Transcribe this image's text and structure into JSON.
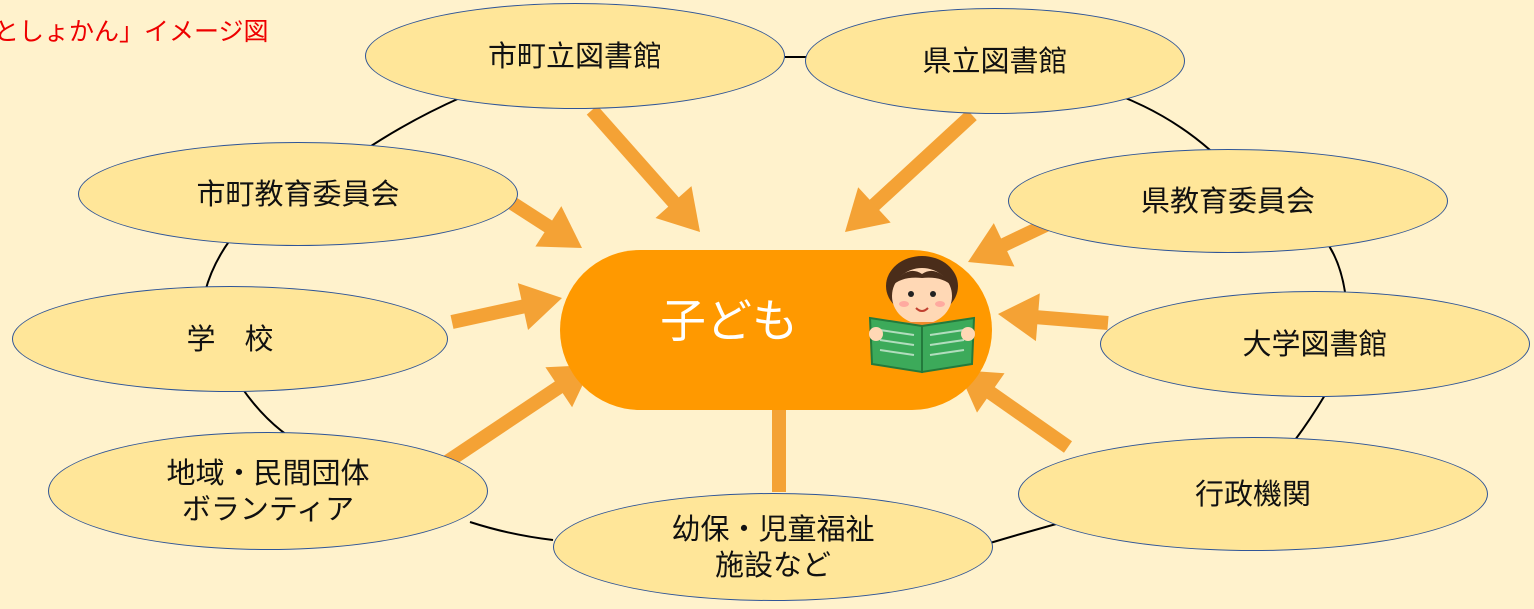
{
  "title": "としょかん」イメージ図",
  "center": {
    "label": "子ども",
    "icon": "child-reading-book"
  },
  "nodes": [
    {
      "id": "city-library",
      "lines": [
        "市町立図書館"
      ]
    },
    {
      "id": "pref-library",
      "lines": [
        "県立図書館"
      ]
    },
    {
      "id": "city-board",
      "lines": [
        "市町教育委員会"
      ]
    },
    {
      "id": "pref-board",
      "lines": [
        "県教育委員会"
      ]
    },
    {
      "id": "school",
      "lines": [
        "学　校"
      ]
    },
    {
      "id": "univ-library",
      "lines": [
        "大学図書館"
      ]
    },
    {
      "id": "community",
      "lines": [
        "地域・民間団体",
        "ボランティア"
      ]
    },
    {
      "id": "government",
      "lines": [
        "行政機関"
      ]
    },
    {
      "id": "childcare",
      "lines": [
        "幼保・児童福祉",
        "施設など"
      ]
    }
  ],
  "colors": {
    "background": "#fff2cc",
    "node_fill": "#ffe699",
    "node_border": "#2f5597",
    "arrow": "#f4a235",
    "center": "#ff9900",
    "title": "#ee0000"
  }
}
